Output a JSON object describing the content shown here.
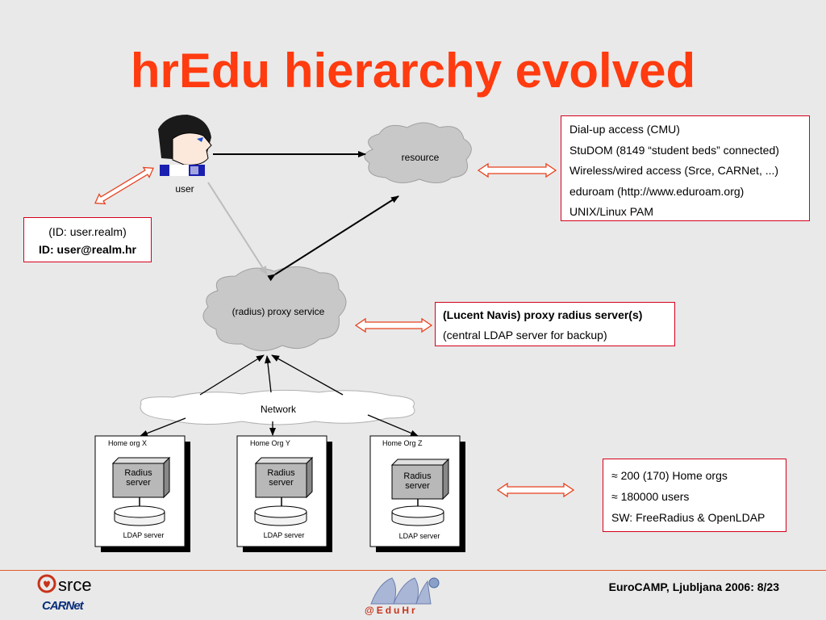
{
  "slide": {
    "title": "hrEdu hierarchy evolved"
  },
  "user": {
    "label": "user"
  },
  "resource": {
    "label": "resource"
  },
  "proxy": {
    "label": "(radius)  proxy service"
  },
  "network": {
    "label": "Network"
  },
  "id_box": {
    "line1": "(ID: user.realm)",
    "line2": "ID: user@realm.hr"
  },
  "access_box": {
    "items": [
      "Dial-up access (CMU)",
      "StuDOM (8149 “student beds” connected)",
      "Wireless/wired access (Srce, CARNet, ...)",
      "eduroam (http://www.eduroam.org)",
      "UNIX/Linux PAM"
    ]
  },
  "proxy_box": {
    "line1": "(Lucent Navis) proxy radius server(s)",
    "line2": "(central LDAP server for backup)"
  },
  "stats_box": {
    "line1": "≈   200 (170)  Home orgs",
    "line2": "≈ 180000 users",
    "line3": "SW: FreeRadius & OpenLDAP"
  },
  "home_orgs": [
    {
      "title": "Home org X",
      "radius": "Radius\nserver",
      "ldap": "LDAP server"
    },
    {
      "title": "Home Org Y",
      "radius": "Radius\nserver",
      "ldap": "LDAP server"
    },
    {
      "title": "Home Org Z",
      "radius": "Radius\nserver",
      "ldap": "LDAP server"
    }
  ],
  "footer": {
    "event": "EuroCAMP, Ljubljana 2006: 8/23",
    "srce_logo": "srce",
    "carnet_logo": "CARNet",
    "eduhr_logo": "@EduHr"
  },
  "colors": {
    "title": "#ff3b0f",
    "box_border": "#d6001c",
    "cloud": "#c8c8c8",
    "double_arrow": "#e8401c"
  }
}
